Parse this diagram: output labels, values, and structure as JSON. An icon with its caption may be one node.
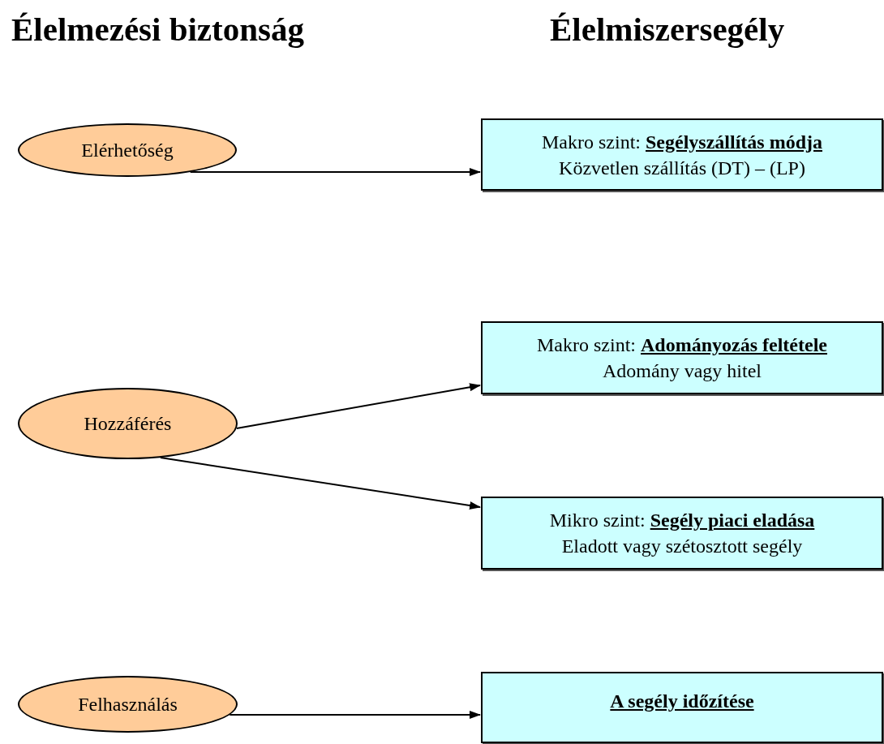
{
  "diagram": {
    "nodes": [
      {
        "text": [
          "Elérhetőség"
        ]
      },
      {
        "text": [
          "Makro szint: **Segélyszállítás módja**",
          "Közvetlen szállítás (DT) – (LP)"
        ]
      },
      {
        "text": [
          "Makro szint: **Adományozás feltétele**",
          "Adomány vagy hitel"
        ]
      },
      {
        "text": [
          "Hozzáférés"
        ]
      },
      {
        "text": [
          "Mikro szint: **Segély piaci eladása**",
          "Eladott vagy szétosztott segély"
        ]
      },
      {
        "text": [
          "Felhasználás"
        ]
      },
      {
        "text": [
          "A segély időzítése"
        ]
      }
    ],
    "edges": [
      {
        "from": 0,
        "to": 1,
        "arrow": "to"
      },
      {
        "from": 3,
        "to": 2,
        "arrow": "to"
      },
      {
        "from": 3,
        "to": 4,
        "arrow": "to"
      },
      {
        "from": 5,
        "to": 6,
        "arrow": "to"
      }
    ],
    "labels": [
      "Élelmezési biztonság",
      "Élelmiszersegély"
    ]
  }
}
